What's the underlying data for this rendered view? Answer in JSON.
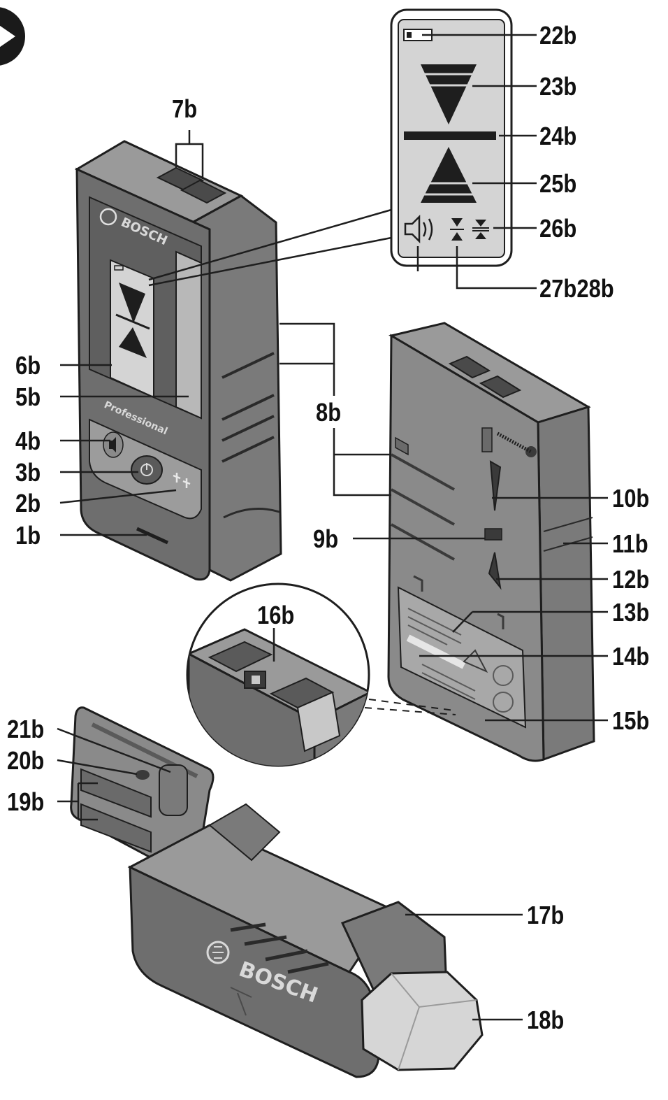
{
  "colors": {
    "body_dark": "#6b6b6b",
    "body_mid": "#8c8c8c",
    "body_light": "#b3b3b3",
    "display_bg": "#d4d4d4",
    "outline": "#1e1e1e",
    "label_text": "#111111"
  },
  "brand": {
    "logo_text": "BOSCH",
    "model_text": "Professional"
  },
  "icons": [
    "play-icon",
    "battery-icon",
    "speaker-icon",
    "center-line-icon",
    "power-icon"
  ],
  "labels": {
    "l1b": "1b",
    "l2b": "2b",
    "l3b": "3b",
    "l4b": "4b",
    "l5b": "5b",
    "l6b": "6b",
    "l7b": "7b",
    "l8b": "8b",
    "l9b": "9b",
    "l10b": "10b",
    "l11b": "11b",
    "l12b": "12b",
    "l13b": "13b",
    "l14b": "14b",
    "l15b": "15b",
    "l16b": "16b",
    "l17b": "17b",
    "l18b": "18b",
    "l19b": "19b",
    "l20b": "20b",
    "l21b": "21b",
    "l22b": "22b",
    "l23b": "23b",
    "l24b": "24b",
    "l25b": "25b",
    "l26b": "26b",
    "l27b28b": "27b28b"
  }
}
